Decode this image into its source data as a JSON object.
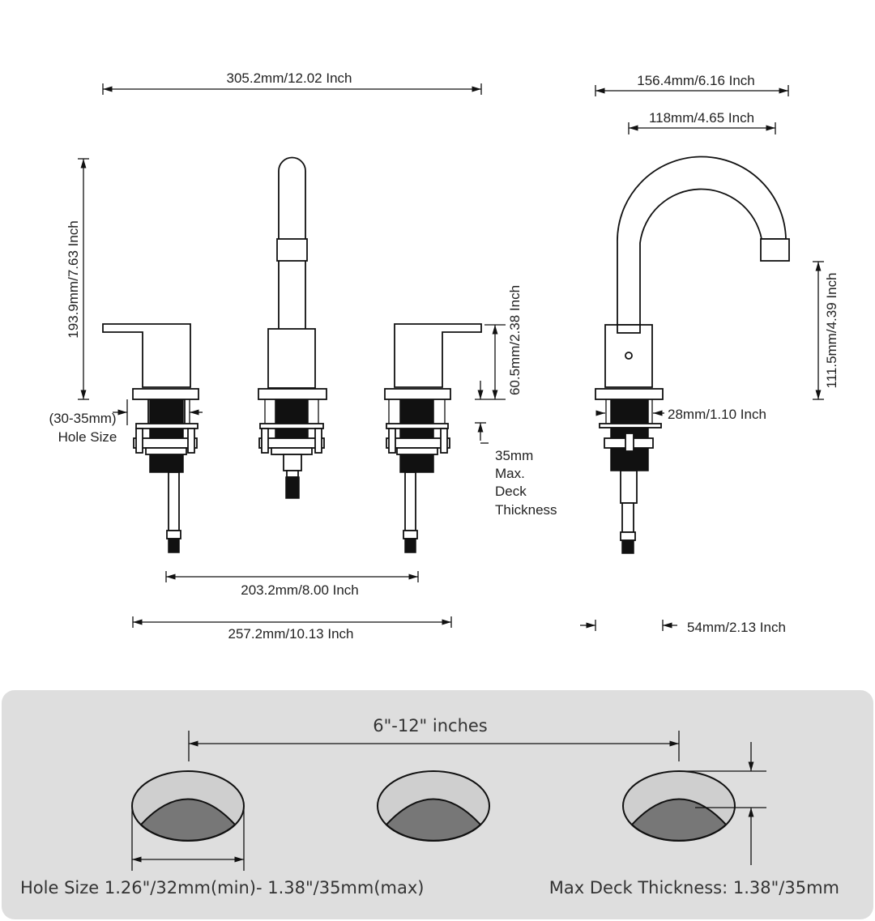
{
  "dimensions": {
    "overall_width": "305.2mm/12.02 Inch",
    "overall_height": "193.9mm/7.63 Inch",
    "handle_height": "60.5mm/2.38 Inch",
    "hole_size_range": "(30-35mm)",
    "hole_size_label": "Hole Size",
    "deck_line1": "35mm",
    "deck_line2": "Max.",
    "deck_line3": "Deck",
    "deck_line4": "Thickness",
    "center_spread": "203.2mm/8.00 Inch",
    "base_width": "257.2mm/10.13 Inch",
    "spout_depth": "156.4mm/6.16 Inch",
    "spout_reach": "118mm/4.65 Inch",
    "spout_clearance": "111.5mm/4.39 Inch",
    "shank_diameter": "28mm/1.10 Inch",
    "base_diameter": "54mm/2.13 Inch"
  },
  "install_panel": {
    "spread": "6\"-12\" inches",
    "hole_size": "Hole Size 1.26\"/32mm(min)- 1.38\"/35mm(max)",
    "deck_thickness": "Max Deck Thickness: 1.38\"/35mm"
  },
  "colors": {
    "panel_bg": "#dedede",
    "hole_light": "#cfcfcf",
    "hole_dark": "#777777"
  }
}
